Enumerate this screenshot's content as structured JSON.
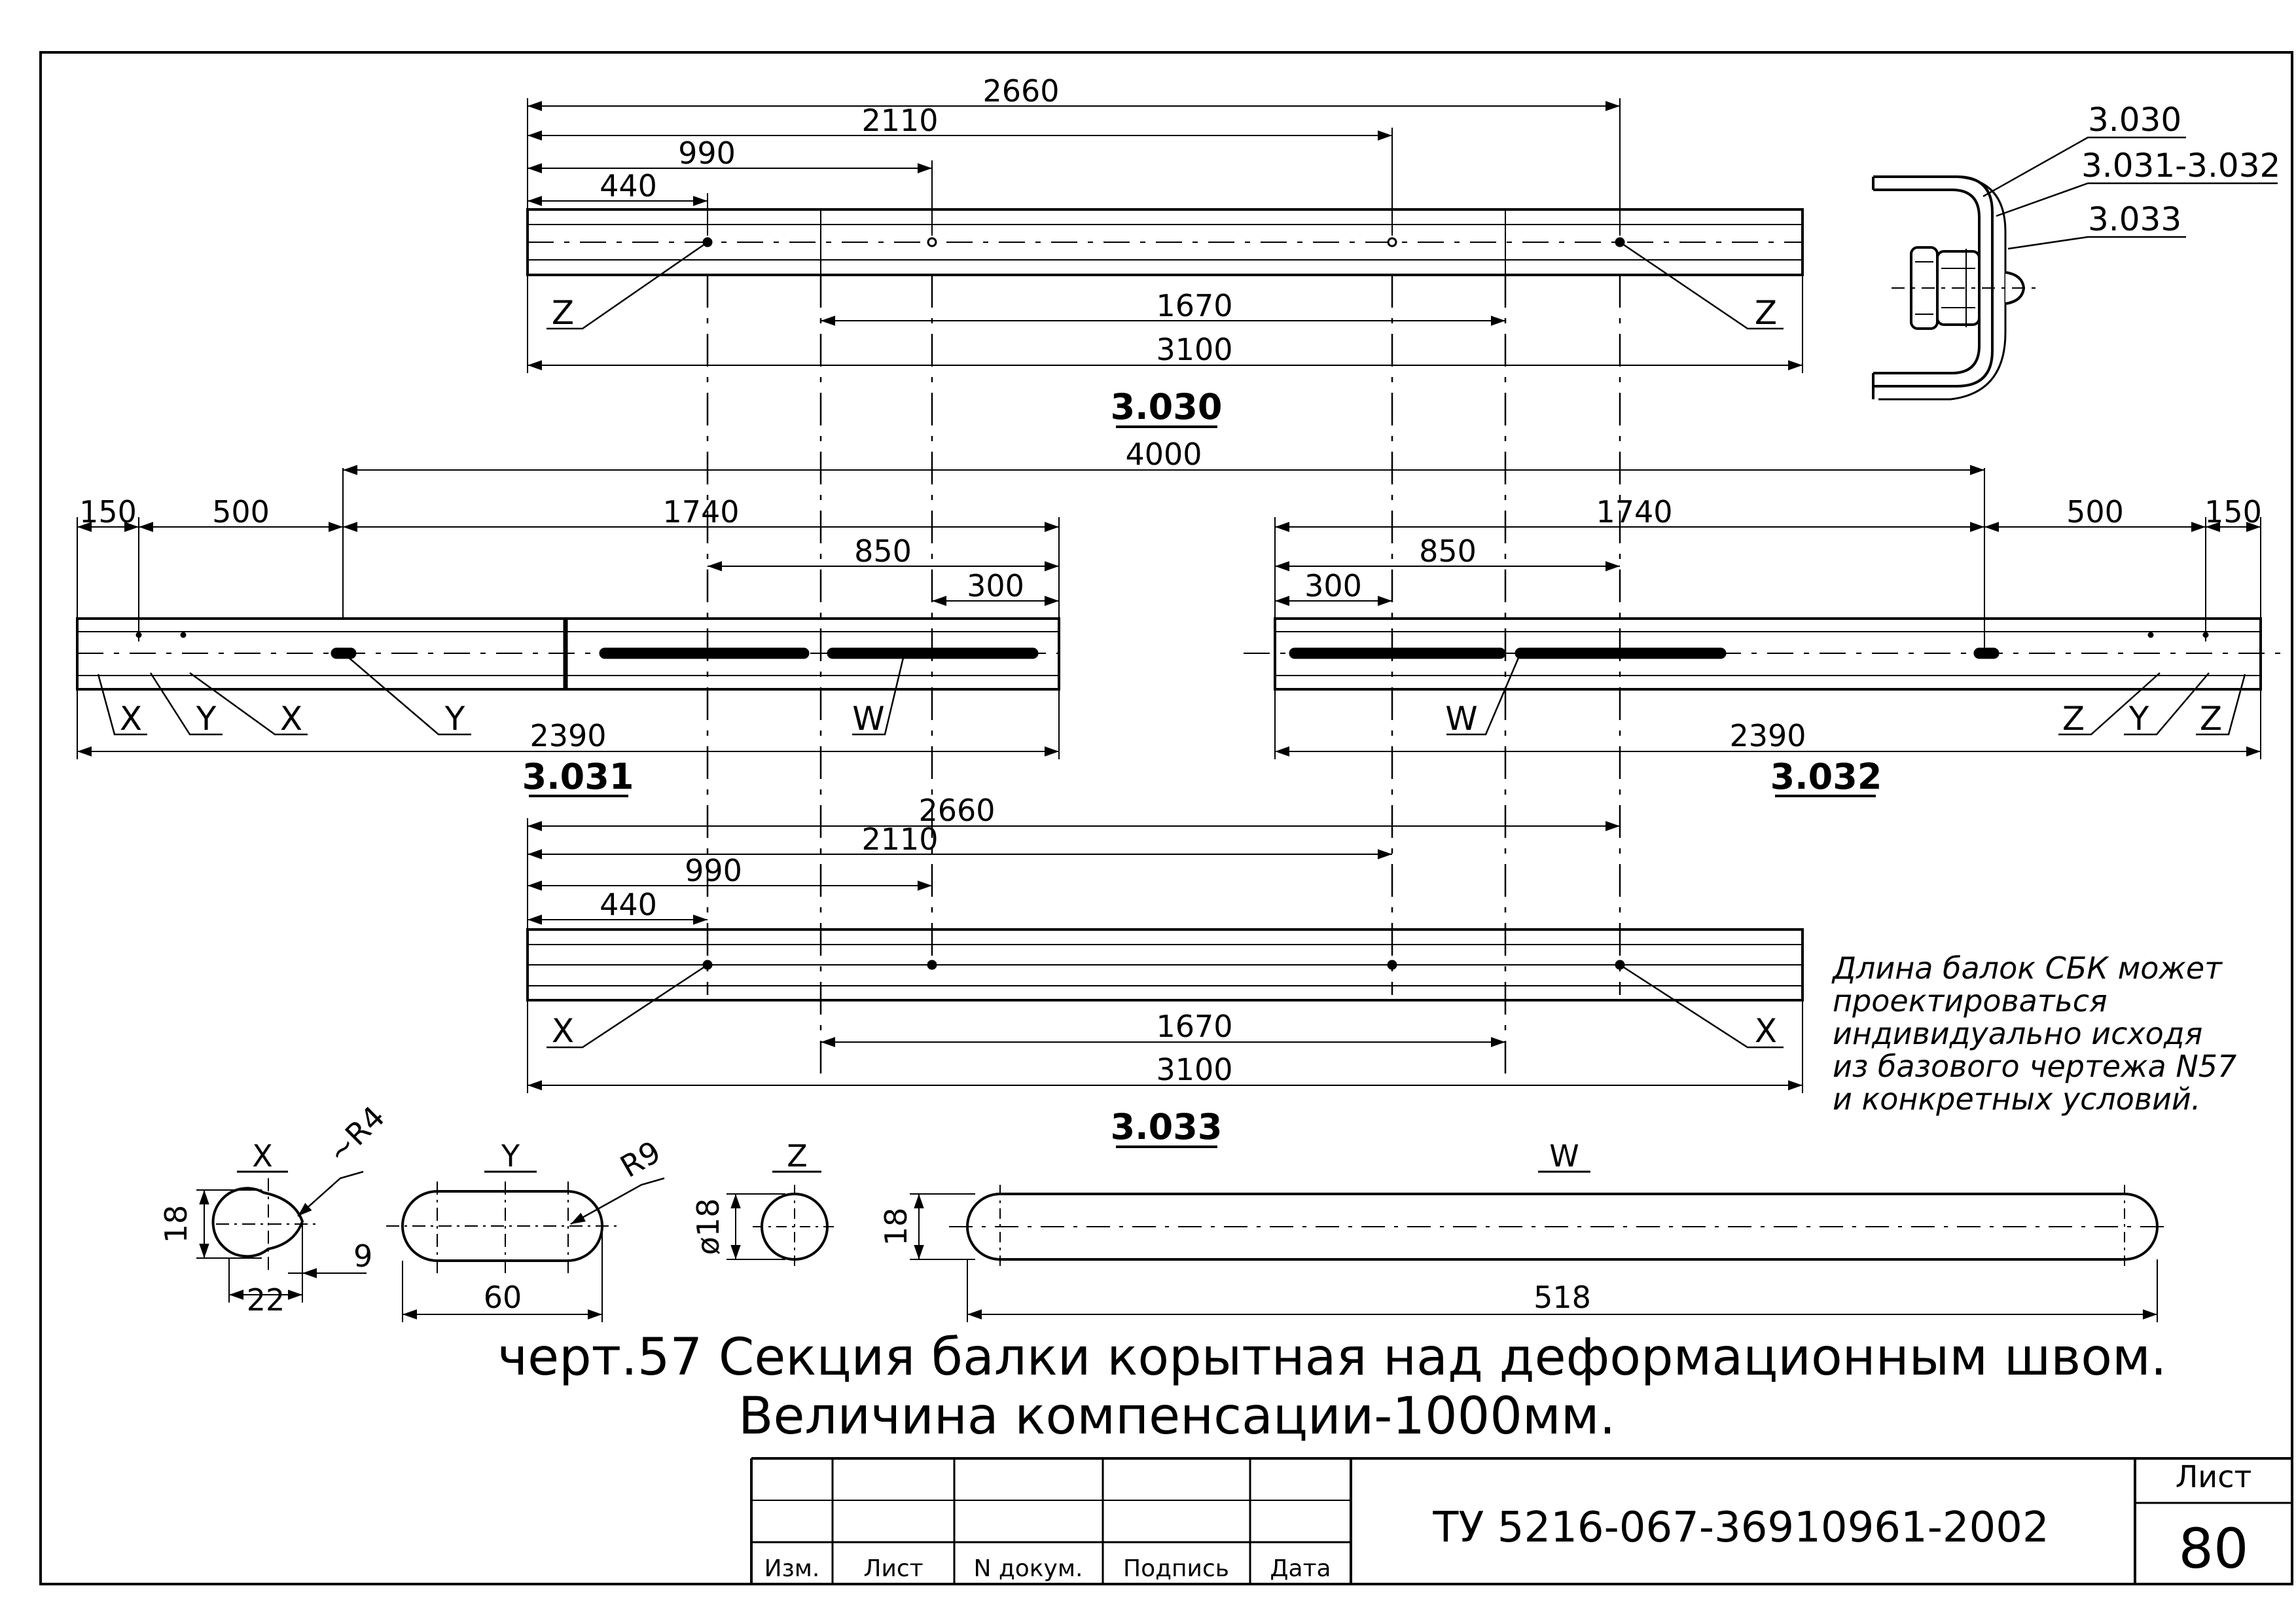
{
  "beam_3030": {
    "label": "3.030",
    "dims": {
      "d2660": "2660",
      "d2110": "2110",
      "d990": "990",
      "d440": "440",
      "d1670": "1670",
      "d3100": "3100"
    },
    "callout_left": "Z",
    "callout_right": "Z"
  },
  "beam_3031": {
    "label": "3.031",
    "dims": {
      "d150": "150",
      "d500": "500",
      "d1740": "1740",
      "d850": "850",
      "d300": "300",
      "d2390": "2390"
    },
    "callouts": [
      "X",
      "Y",
      "X",
      "Y",
      "W"
    ]
  },
  "beam_3032": {
    "label": "3.032",
    "dims": {
      "d1740": "1740",
      "d500": "500",
      "d150": "150",
      "d850": "850",
      "d300": "300",
      "d2390": "2390"
    },
    "callouts": [
      "W",
      "Z",
      "Y",
      "Z"
    ]
  },
  "span_4000": "4000",
  "beam_3033": {
    "label": "3.033",
    "dims": {
      "d2660": "2660",
      "d2110": "2110",
      "d990": "990",
      "d440": "440",
      "d1670": "1670",
      "d3100": "3100"
    },
    "callout_left": "X",
    "callout_right": "X"
  },
  "section_view": {
    "leaders": [
      "3.030",
      "3.031-3.032",
      "3.033"
    ]
  },
  "note_lines": [
    "Длина балок СБК может",
    "проектироваться",
    "индивидуально исходя",
    "из базового чертежа N57",
    "и конкретных условий."
  ],
  "details": {
    "X": {
      "title": "X",
      "dim_18": "18",
      "dim_r4": "~R4",
      "dim_9": "9",
      "dim_22": "22"
    },
    "Y": {
      "title": "Y",
      "dim_r9": "R9",
      "dim_60": "60"
    },
    "Z": {
      "title": "Z",
      "dim_d18": "ø18"
    },
    "W": {
      "title": "W",
      "dim_18": "18",
      "dim_518": "518"
    }
  },
  "caption": {
    "line1": "черт.57 Секция балки корытная над деформационным швом.",
    "line2": "Величина компенсации-1000мм."
  },
  "title_block": {
    "headers": [
      "Изм.",
      "Лист",
      "N докум.",
      "Подпись",
      "Дата"
    ],
    "doc_number": "ТУ 5216-067-36910961-2002",
    "sheet_label": "Лист",
    "sheet_number": "80"
  }
}
